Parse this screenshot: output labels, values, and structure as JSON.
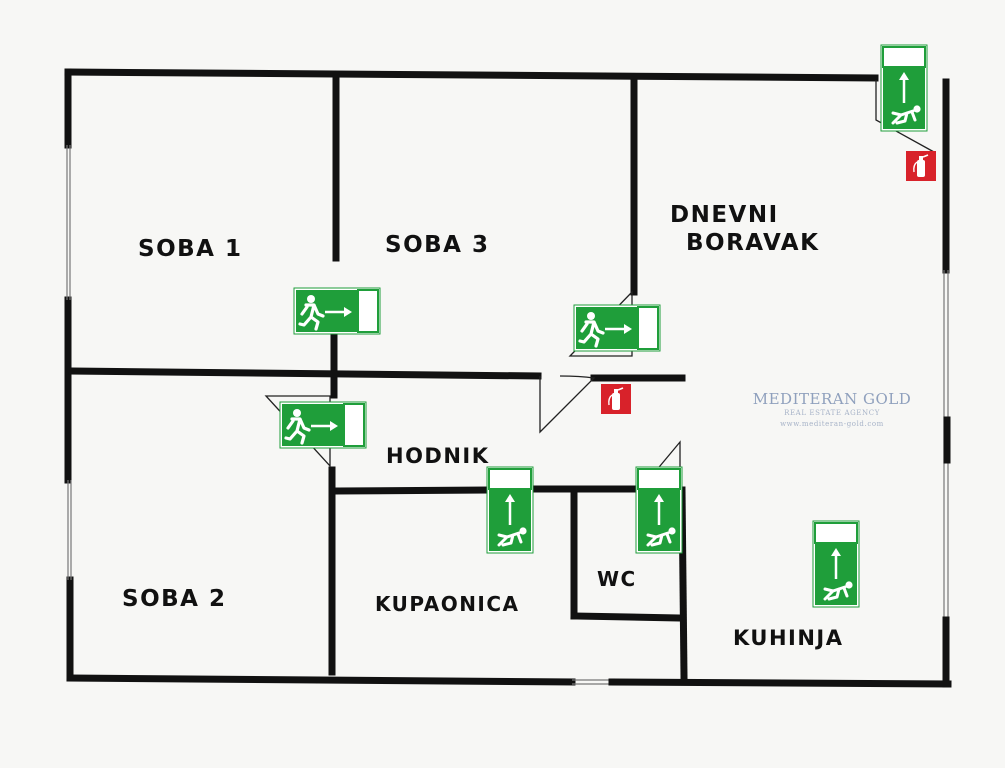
{
  "rooms": {
    "soba1": "SOBA 1",
    "soba3": "SOBA 3",
    "dnevni_line1": "DNEVNI",
    "dnevni_line2": "BORAVAK",
    "soba2": "SOBA 2",
    "hodnik": "HODNIK",
    "kupaonica": "KUPAONICA",
    "wc": "WC",
    "kuhinja": "KUHINJA"
  },
  "watermark": {
    "name": "MEDITERAN GOLD",
    "tagline": "REAL ESTATE AGENCY",
    "url": "www.mediteran-gold.com"
  },
  "colors": {
    "exit_sign_green": "#1f9e3a",
    "fire_extinguisher_red": "#d8222a",
    "wall": "#111111"
  },
  "icons": {
    "exit_sign": "running-man-exit-arrow",
    "extinguisher": "fire-extinguisher-icon"
  }
}
